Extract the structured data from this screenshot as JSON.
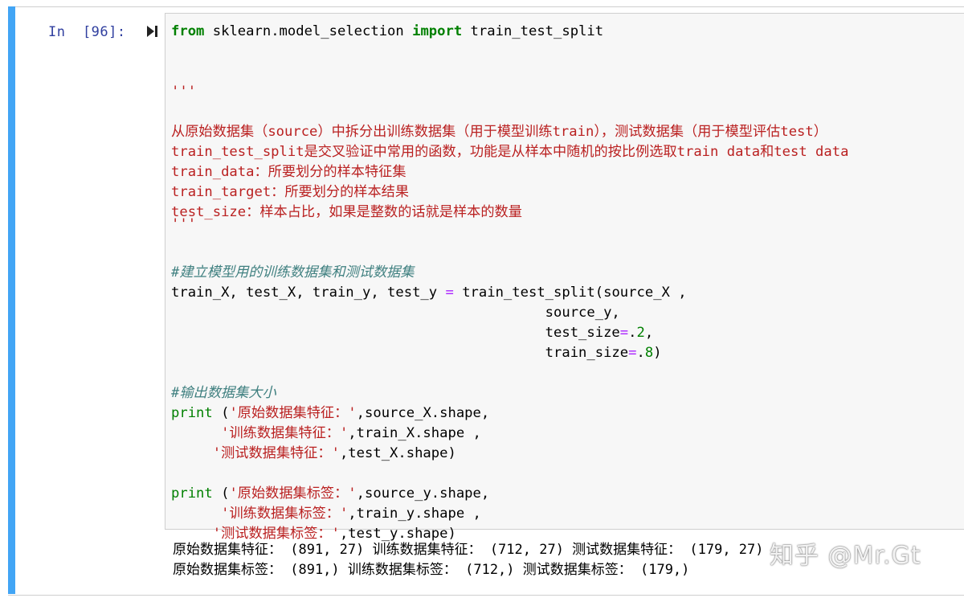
{
  "cell": {
    "prompt": "In  [96]:",
    "run_icon": "run-cell-icon"
  },
  "code": {
    "l1": {
      "kw1": "from",
      "mod": " sklearn.model_selection ",
      "kw2": "import",
      "name": " train_test_split"
    },
    "l2": "'''",
    "l3": "从原始数据集（source）中拆分出训练数据集（用于模型训练train），测试数据集（用于模型评估test）",
    "l4": "train_test_split是交叉验证中常用的函数，功能是从样本中随机的按比例选取train data和test data",
    "l5": "train_data：所要划分的样本特征集",
    "l6": "train_target：所要划分的样本结果",
    "l7": "test_size：样本占比，如果是整数的话就是样本的数量",
    "l8": "'''",
    "l9": "#建立模型用的训练数据集和测试数据集",
    "l10": {
      "a": "train_X, test_X, train_y, test_y ",
      "eq": "=",
      "b": " train_test_split(source_X ,"
    },
    "l11": "                                             source_y,",
    "l12": {
      "a": "                                             test_size",
      "eq": "=",
      "b": ".",
      "num": "2",
      "c": ","
    },
    "l13": {
      "a": "                                             train_size",
      "eq": "=",
      "b": ".",
      "num": "8",
      "c": ")"
    },
    "l14": "#输出数据集大小",
    "l15": {
      "fn": "print",
      "a": " (",
      "s": "'原始数据集特征：'",
      "b": ",source_X.shape,"
    },
    "l16": {
      "a": "      ",
      "s": "'训练数据集特征：'",
      "b": ",train_X.shape ,"
    },
    "l17": {
      "a": "     ",
      "s": "'测试数据集特征：'",
      "b": ",test_X.shape)"
    },
    "l18": {
      "fn": "print",
      "a": " (",
      "s": "'原始数据集标签：'",
      "b": ",source_y.shape,"
    },
    "l19": {
      "a": "      ",
      "s": "'训练数据集标签：'",
      "b": ",train_y.shape ,"
    },
    "l20": {
      "a": "     ",
      "s": "'测试数据集标签：'",
      "b": ",test_y.shape)"
    }
  },
  "output": {
    "line1": "原始数据集特征： (891, 27) 训练数据集特征： (712, 27) 测试数据集特征： (179, 27)",
    "line2": "原始数据集标签： (891,) 训练数据集标签： (712,) 测试数据集标签： (179,)"
  },
  "watermark": "知乎 @Mr.Gt",
  "colors": {
    "accent_bar": "#42a5f5",
    "prompt": "#303f9f",
    "keyword": "#008000",
    "string": "#ba2121",
    "comment": "#408080",
    "operator": "#aa22ff"
  }
}
